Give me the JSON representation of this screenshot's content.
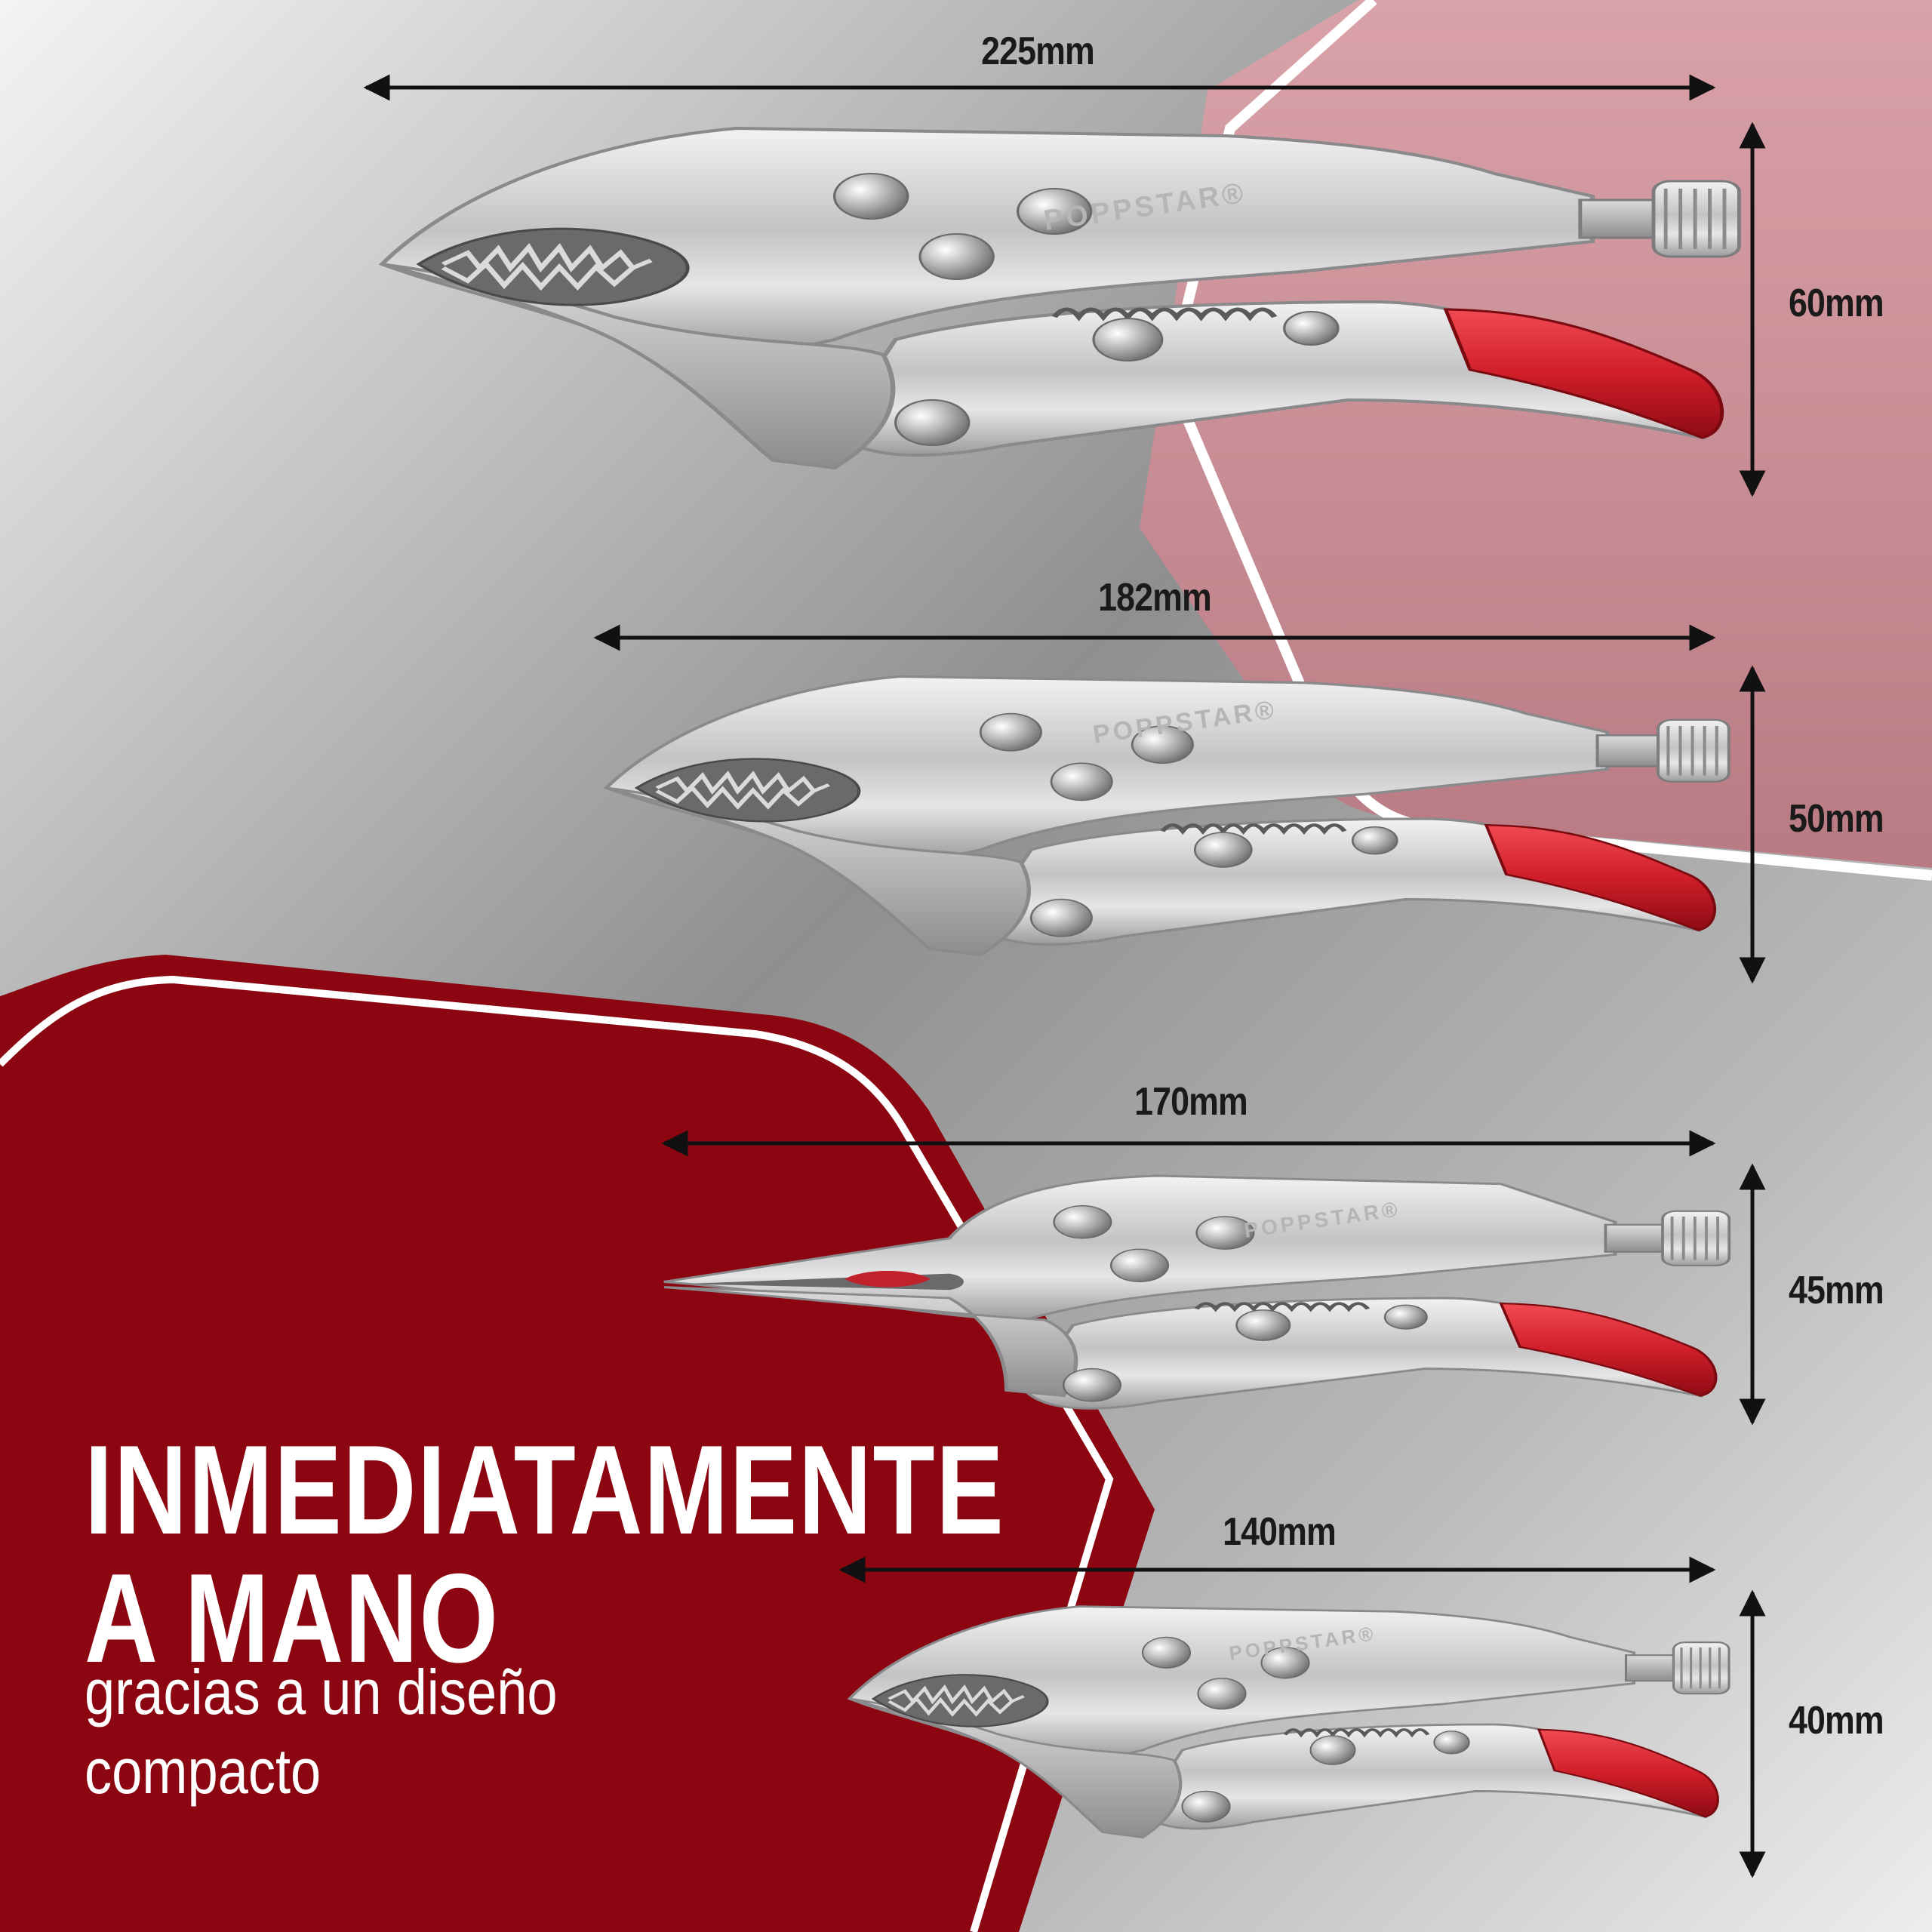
{
  "headline": {
    "line1": "INMEDIATAMENTE",
    "line2": "A MANO",
    "line3": "gracias a un diseño",
    "line4": "compacto"
  },
  "tools": [
    {
      "brand": "POPPSTAR®",
      "length_label": "225mm",
      "height_label": "60mm",
      "jaw": "curved"
    },
    {
      "brand": "POPPSTAR®",
      "length_label": "182mm",
      "height_label": "50mm",
      "jaw": "curved"
    },
    {
      "brand": "POPPSTAR®",
      "length_label": "170mm",
      "height_label": "45mm",
      "jaw": "long-nose"
    },
    {
      "brand": "POPPSTAR®",
      "length_label": "140mm",
      "height_label": "40mm",
      "jaw": "curved"
    }
  ],
  "colors": {
    "accent_dark_red": "#8b0610",
    "accent_pink": "#c98a91",
    "grip_red": "#d0202c",
    "steel": "#c9c9cb",
    "background_gray": "#a9a9aa"
  },
  "icons": [
    "double-arrow-horizontal-icon",
    "double-arrow-vertical-icon"
  ]
}
